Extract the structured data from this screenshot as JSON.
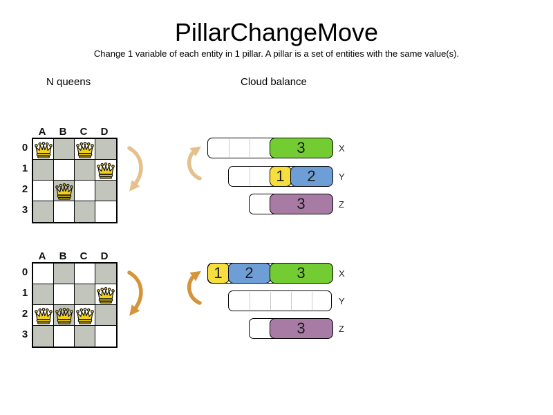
{
  "title": "PillarChangeMove",
  "subtitle": "Change 1 variable of each entity in 1 pillar. A pillar is a set of entities with the same value(s).",
  "colors": {
    "board_gray": "#c2c5bc",
    "queen_gold": "#f2d01e",
    "block_green": "#74cc33",
    "block_yellow": "#f6de3f",
    "block_blue": "#6d9ed6",
    "block_purple": "#a77ba4",
    "arrow_light": "#e3c08c",
    "arrow_dark": "#d4953a"
  },
  "nqueens": {
    "heading": "N queens",
    "columns": [
      "A",
      "B",
      "C",
      "D"
    ],
    "rows": [
      "0",
      "1",
      "2",
      "3"
    ],
    "boards": [
      {
        "name": "before",
        "queens": [
          "A0",
          "C0",
          "D1",
          "B2"
        ],
        "arrow_color": "arrow_light"
      },
      {
        "name": "after",
        "queens": [
          "D1",
          "A2",
          "B2",
          "C2"
        ],
        "arrow_color": "arrow_dark"
      }
    ]
  },
  "cloudbalance": {
    "heading": "Cloud balance",
    "states": [
      {
        "name": "before",
        "arrow_color": "arrow_light",
        "bars": [
          {
            "label": "X",
            "capacity": 6,
            "blocks": [
              {
                "value": "3",
                "size": 3,
                "color": "block_green"
              }
            ]
          },
          {
            "label": "Y",
            "capacity": 5,
            "blocks": [
              {
                "value": "1",
                "size": 1,
                "color": "block_yellow"
              },
              {
                "value": "2",
                "size": 2,
                "color": "block_blue"
              }
            ]
          },
          {
            "label": "Z",
            "capacity": 4,
            "blocks": [
              {
                "value": "3",
                "size": 3,
                "color": "block_purple"
              }
            ]
          }
        ]
      },
      {
        "name": "after",
        "arrow_color": "arrow_dark",
        "bars": [
          {
            "label": "X",
            "capacity": 6,
            "blocks": [
              {
                "value": "1",
                "size": 1,
                "color": "block_yellow"
              },
              {
                "value": "2",
                "size": 2,
                "color": "block_blue"
              },
              {
                "value": "3",
                "size": 3,
                "color": "block_green"
              }
            ]
          },
          {
            "label": "Y",
            "capacity": 5,
            "blocks": []
          },
          {
            "label": "Z",
            "capacity": 4,
            "blocks": [
              {
                "value": "3",
                "size": 3,
                "color": "block_purple"
              }
            ]
          }
        ]
      }
    ]
  }
}
